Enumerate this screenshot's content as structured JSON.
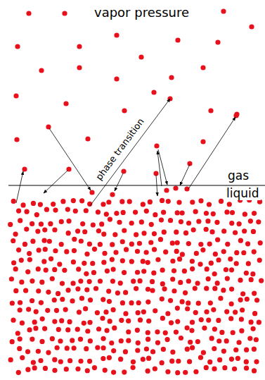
{
  "diagram": {
    "labels": [
      "vapor pressure",
      "phase transition",
      "gas",
      "liquid"
    ]
  }
}
